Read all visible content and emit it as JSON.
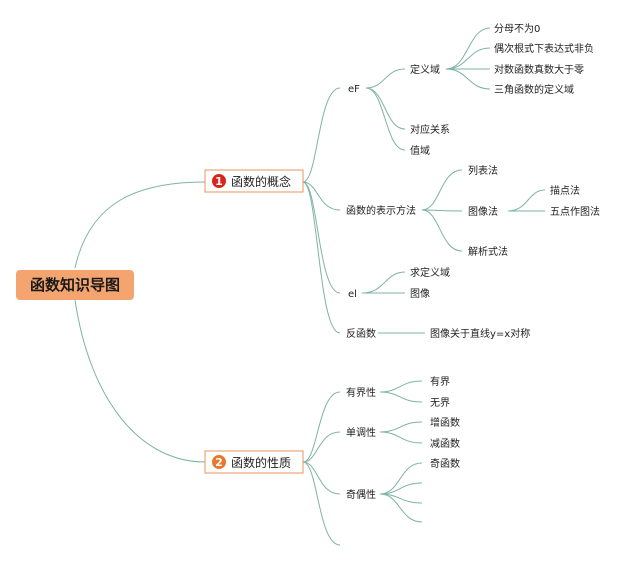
{
  "root": {
    "label": "函数知识导图",
    "color": "#f4a46e"
  },
  "sections": [
    {
      "num": "1",
      "label": "函数的概念",
      "badge_color": "#d9261c",
      "border_color": "#e8965f",
      "children": [
        {
          "label": "eF",
          "children": [
            {
              "label": "定义域",
              "children": [
                "分母不为0",
                "偶次根式下表达式非负",
                "对数函数真数大于零",
                "三角函数的定义域"
              ]
            },
            {
              "label": "对应关系"
            },
            {
              "label": "值域"
            }
          ]
        },
        {
          "label": "函数的表示方法",
          "children": [
            {
              "label": "列表法"
            },
            {
              "label": "图像法",
              "children": [
                "描点法",
                "五点作图法"
              ]
            },
            {
              "label": "解析式法"
            }
          ]
        },
        {
          "label": "el",
          "children": [
            {
              "label": "求定义域"
            },
            {
              "label": "图像"
            }
          ]
        },
        {
          "label": "反函数",
          "children": [
            {
              "label": "图像关于直线y=x对称"
            }
          ]
        }
      ]
    },
    {
      "num": "2",
      "label": "函数的性质",
      "badge_color": "#e8782a",
      "border_color": "#e8965f",
      "children": [
        {
          "label": "有界性",
          "children": [
            {
              "label": "有界"
            },
            {
              "label": "无界"
            }
          ]
        },
        {
          "label": "单调性",
          "children": [
            {
              "label": "增函数"
            },
            {
              "label": "减函数"
            }
          ]
        },
        {
          "label": "奇偶性",
          "children": [
            {
              "label": "奇函数"
            }
          ]
        }
      ]
    }
  ],
  "line_color": "#7fb3a6"
}
